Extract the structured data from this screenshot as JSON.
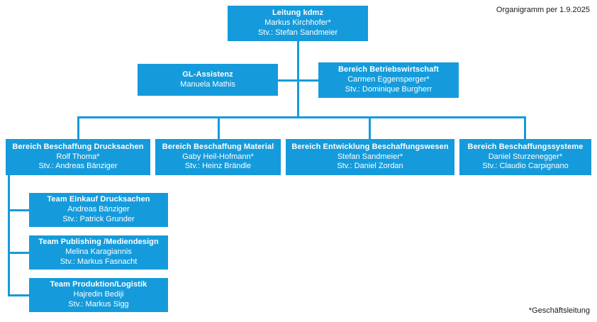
{
  "meta": {
    "header_note": "Organigramm per 1.9.2025",
    "footnote": "*Geschäftsleitung",
    "accent_color": "#159BDB",
    "text_on_accent": "#ffffff",
    "background_color": "#ffffff"
  },
  "chart_data": {
    "type": "diagram",
    "title": "Organigramm per 1.9.2025",
    "nodes": [
      {
        "id": "leitung",
        "title": "Leitung kdmz",
        "person": "Markus Kirchhofer*",
        "deputy": "Stv.: Stefan Sandmeier",
        "level": 1
      },
      {
        "id": "gl-assistenz",
        "title": "GL-Assistenz",
        "person": "Manuela Mathis",
        "deputy": "",
        "level": 2
      },
      {
        "id": "betriebswirtschaft",
        "title": "Bereich Betriebswirtschaft",
        "person": "Carmen Eggensperger*",
        "deputy": "Stv.: Dominique Burgherr",
        "level": 2
      },
      {
        "id": "beschaffung-drucksachen",
        "title": "Bereich Beschaffung Drucksachen",
        "person": "Rolf Thoma*",
        "deputy": "Stv.: Andreas Bänziger",
        "level": 3
      },
      {
        "id": "beschaffung-material",
        "title": "Bereich Beschaffung Material",
        "person": "Gaby Heil-Hofmann*",
        "deputy": "Stv.: Heinz Brändle",
        "level": 3
      },
      {
        "id": "entwicklung-beschaffungswesen",
        "title": "Bereich Entwicklung Beschaffungswesen",
        "person": "Stefan Sandmeier*",
        "deputy": "Stv.: Daniel Zordan",
        "level": 3
      },
      {
        "id": "beschaffungssysteme",
        "title": "Bereich Beschaffungssysteme",
        "person": "Daniel Sturzenegger*",
        "deputy": "Stv.: Claudio Carpignano",
        "level": 3
      },
      {
        "id": "team-einkauf-drucksachen",
        "title": "Team Einkauf Drucksachen",
        "person": "Andreas Bänziger",
        "deputy": "Stv.: Patrick Grunder",
        "level": 4
      },
      {
        "id": "team-publishing-mediendesign",
        "title": "Team Publishing /Mediendesign",
        "person": "Melina Karagiannis",
        "deputy": "Stv.: Markus Fasnacht",
        "level": 4
      },
      {
        "id": "team-produktion-logistik",
        "title": "Team Produktion/Logistik",
        "person": "Hajredin Bediji",
        "deputy": "Stv.: Markus Sigg",
        "level": 4
      }
    ],
    "edges": [
      {
        "from": "leitung",
        "to": "gl-assistenz"
      },
      {
        "from": "leitung",
        "to": "betriebswirtschaft"
      },
      {
        "from": "leitung",
        "to": "beschaffung-drucksachen"
      },
      {
        "from": "leitung",
        "to": "beschaffung-material"
      },
      {
        "from": "leitung",
        "to": "entwicklung-beschaffungswesen"
      },
      {
        "from": "leitung",
        "to": "beschaffungssysteme"
      },
      {
        "from": "beschaffung-drucksachen",
        "to": "team-einkauf-drucksachen"
      },
      {
        "from": "beschaffung-drucksachen",
        "to": "team-publishing-mediendesign"
      },
      {
        "from": "beschaffung-drucksachen",
        "to": "team-produktion-logistik"
      }
    ]
  }
}
